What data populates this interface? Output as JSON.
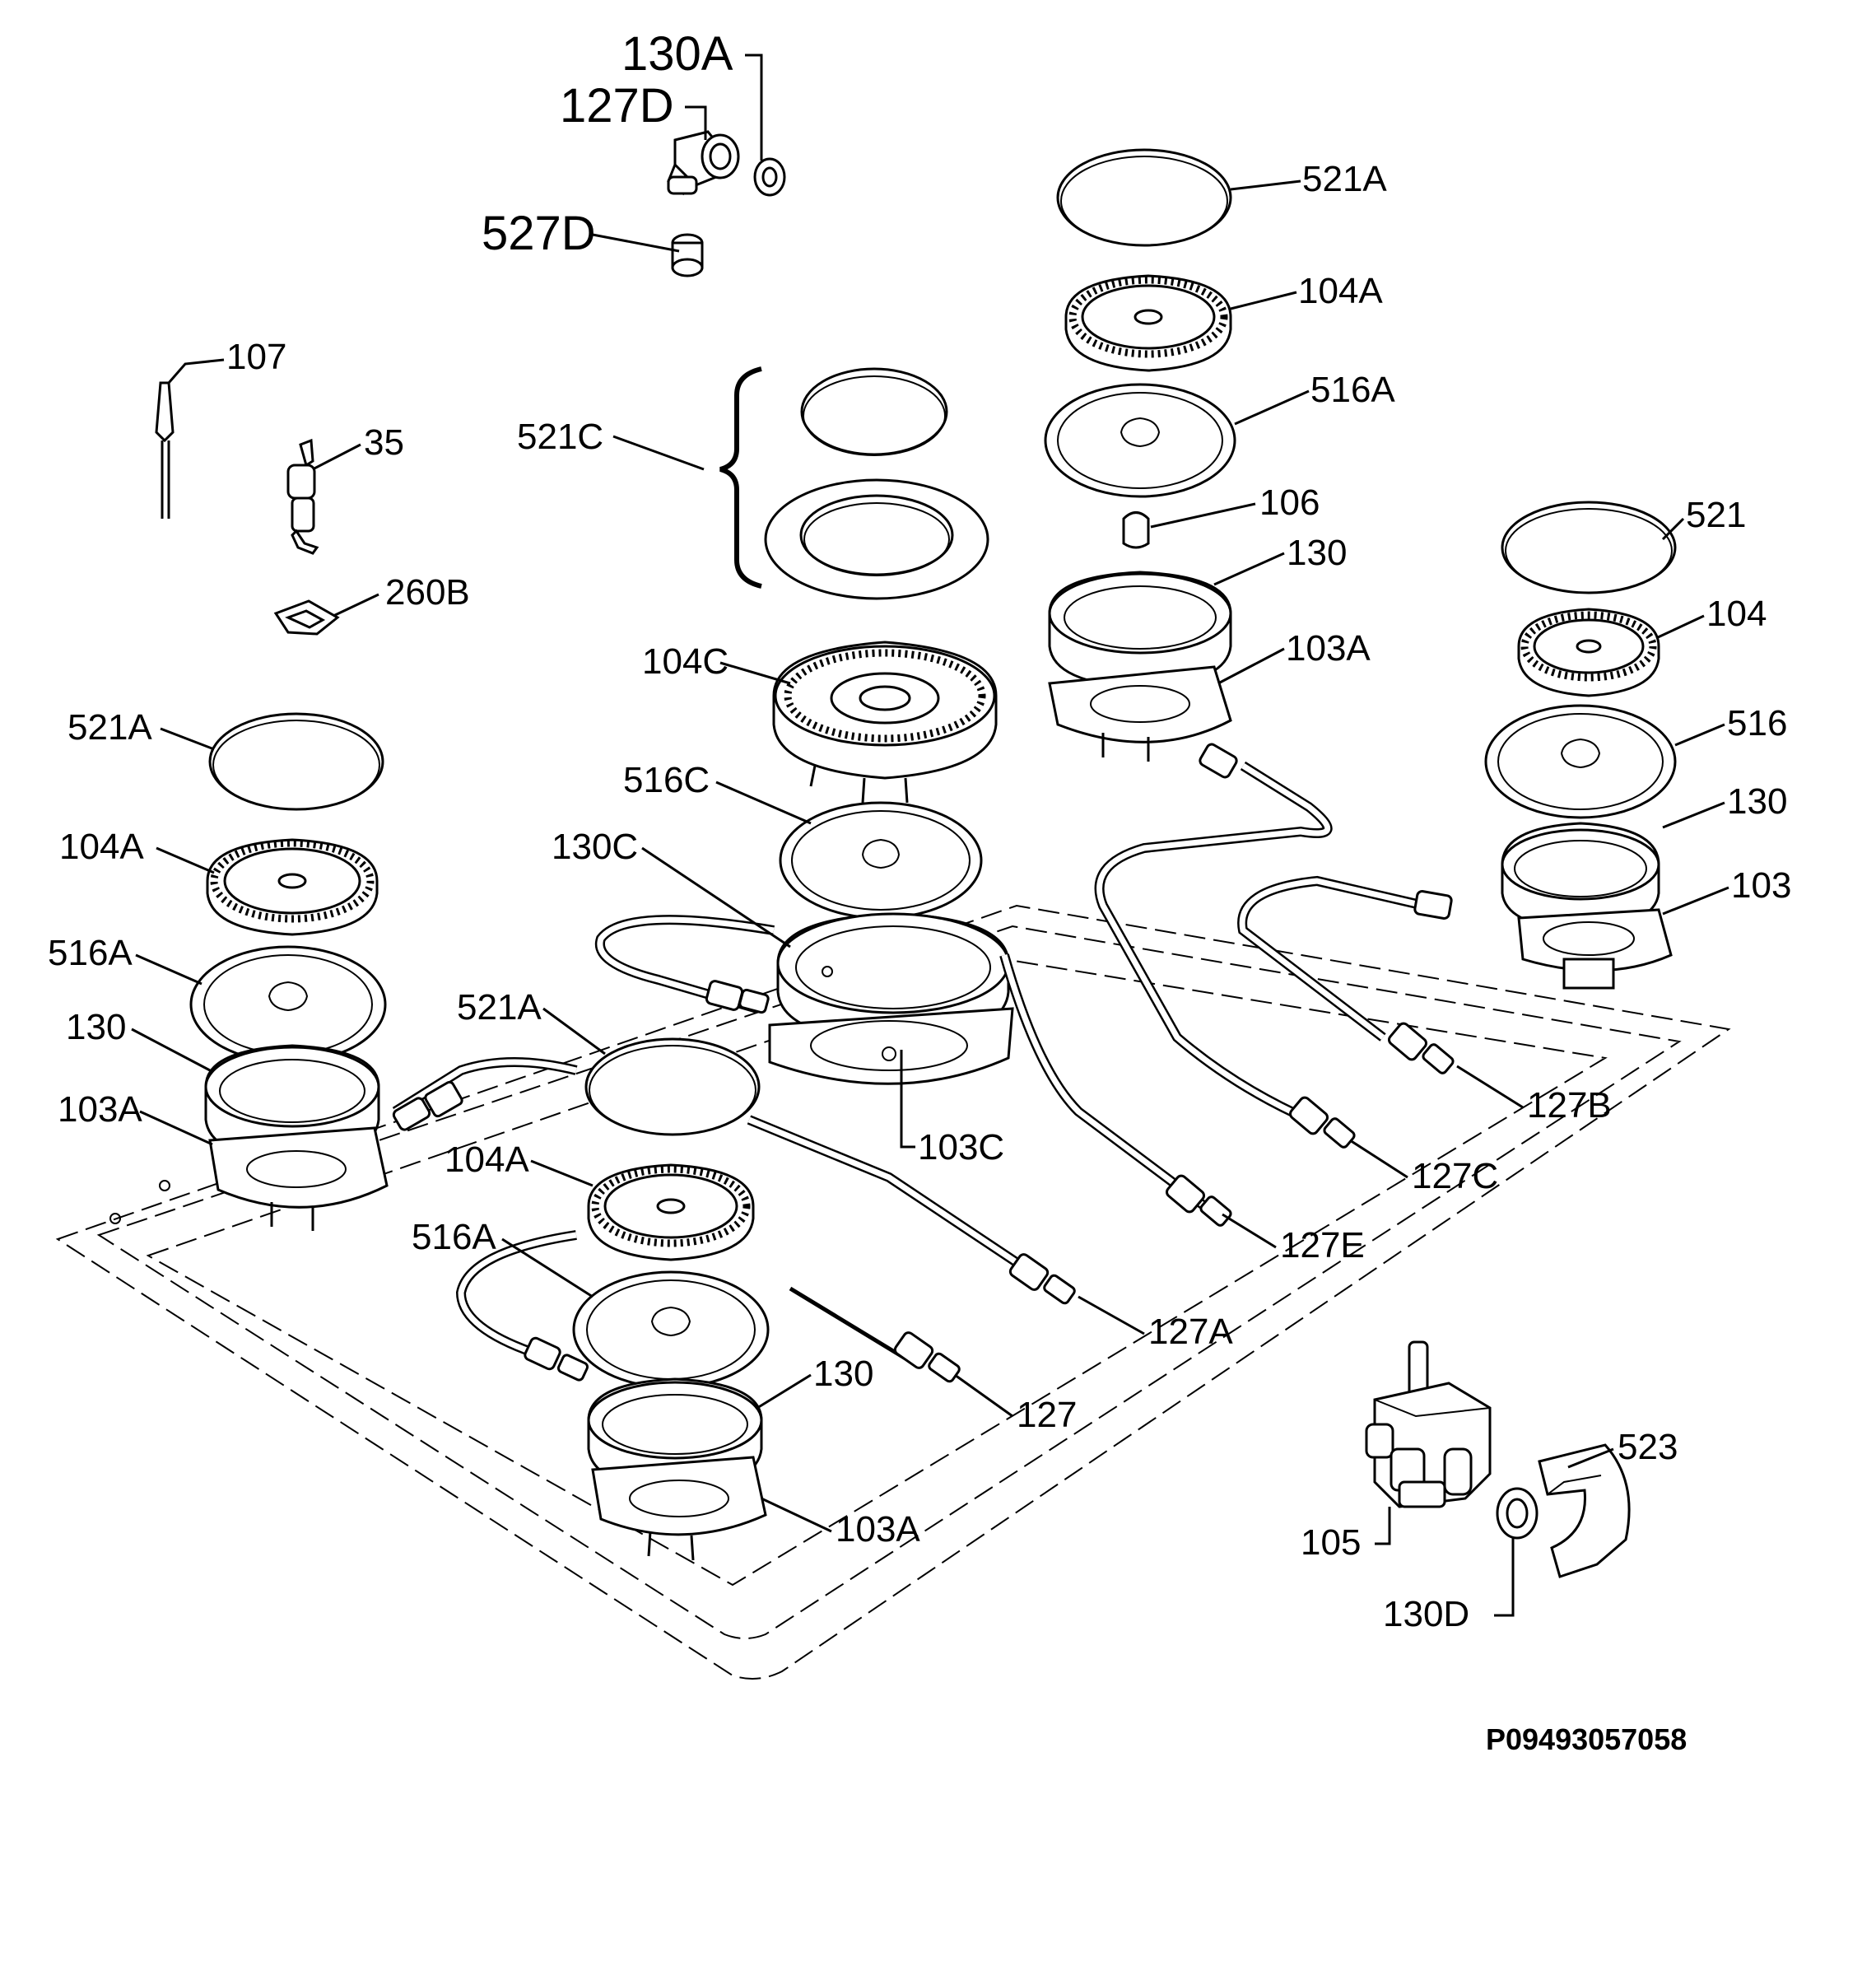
{
  "drawing_code": "P09493057058",
  "labels": {
    "l130a_top": "130A",
    "l127d": "127D",
    "l527d": "527D",
    "l107": "107",
    "l35": "35",
    "l260b": "260B",
    "l521c": "521C",
    "l521a_right": "521A",
    "l104a_right": "104A",
    "l516a_right": "516A",
    "l106": "106",
    "l130_right": "130",
    "l103a_right": "103A",
    "l521": "521",
    "l104": "104",
    "l516": "516",
    "l130_far": "130",
    "l103": "103",
    "l104c": "104C",
    "l516c": "516C",
    "l130c": "130C",
    "l521a_left": "521A",
    "l104a_left": "104A",
    "l516a_left": "516A",
    "l130_left": "130",
    "l103a_left": "103A",
    "l521a_mid": "521A",
    "l103c": "103C",
    "l104a_front": "104A",
    "l516a_front": "516A",
    "l130_front": "130",
    "l103a_front": "103A",
    "l127b": "127B",
    "l127c": "127C",
    "l127e": "127E",
    "l127a": "127A",
    "l127": "127",
    "l523": "523",
    "l105": "105",
    "l130d": "130D"
  }
}
